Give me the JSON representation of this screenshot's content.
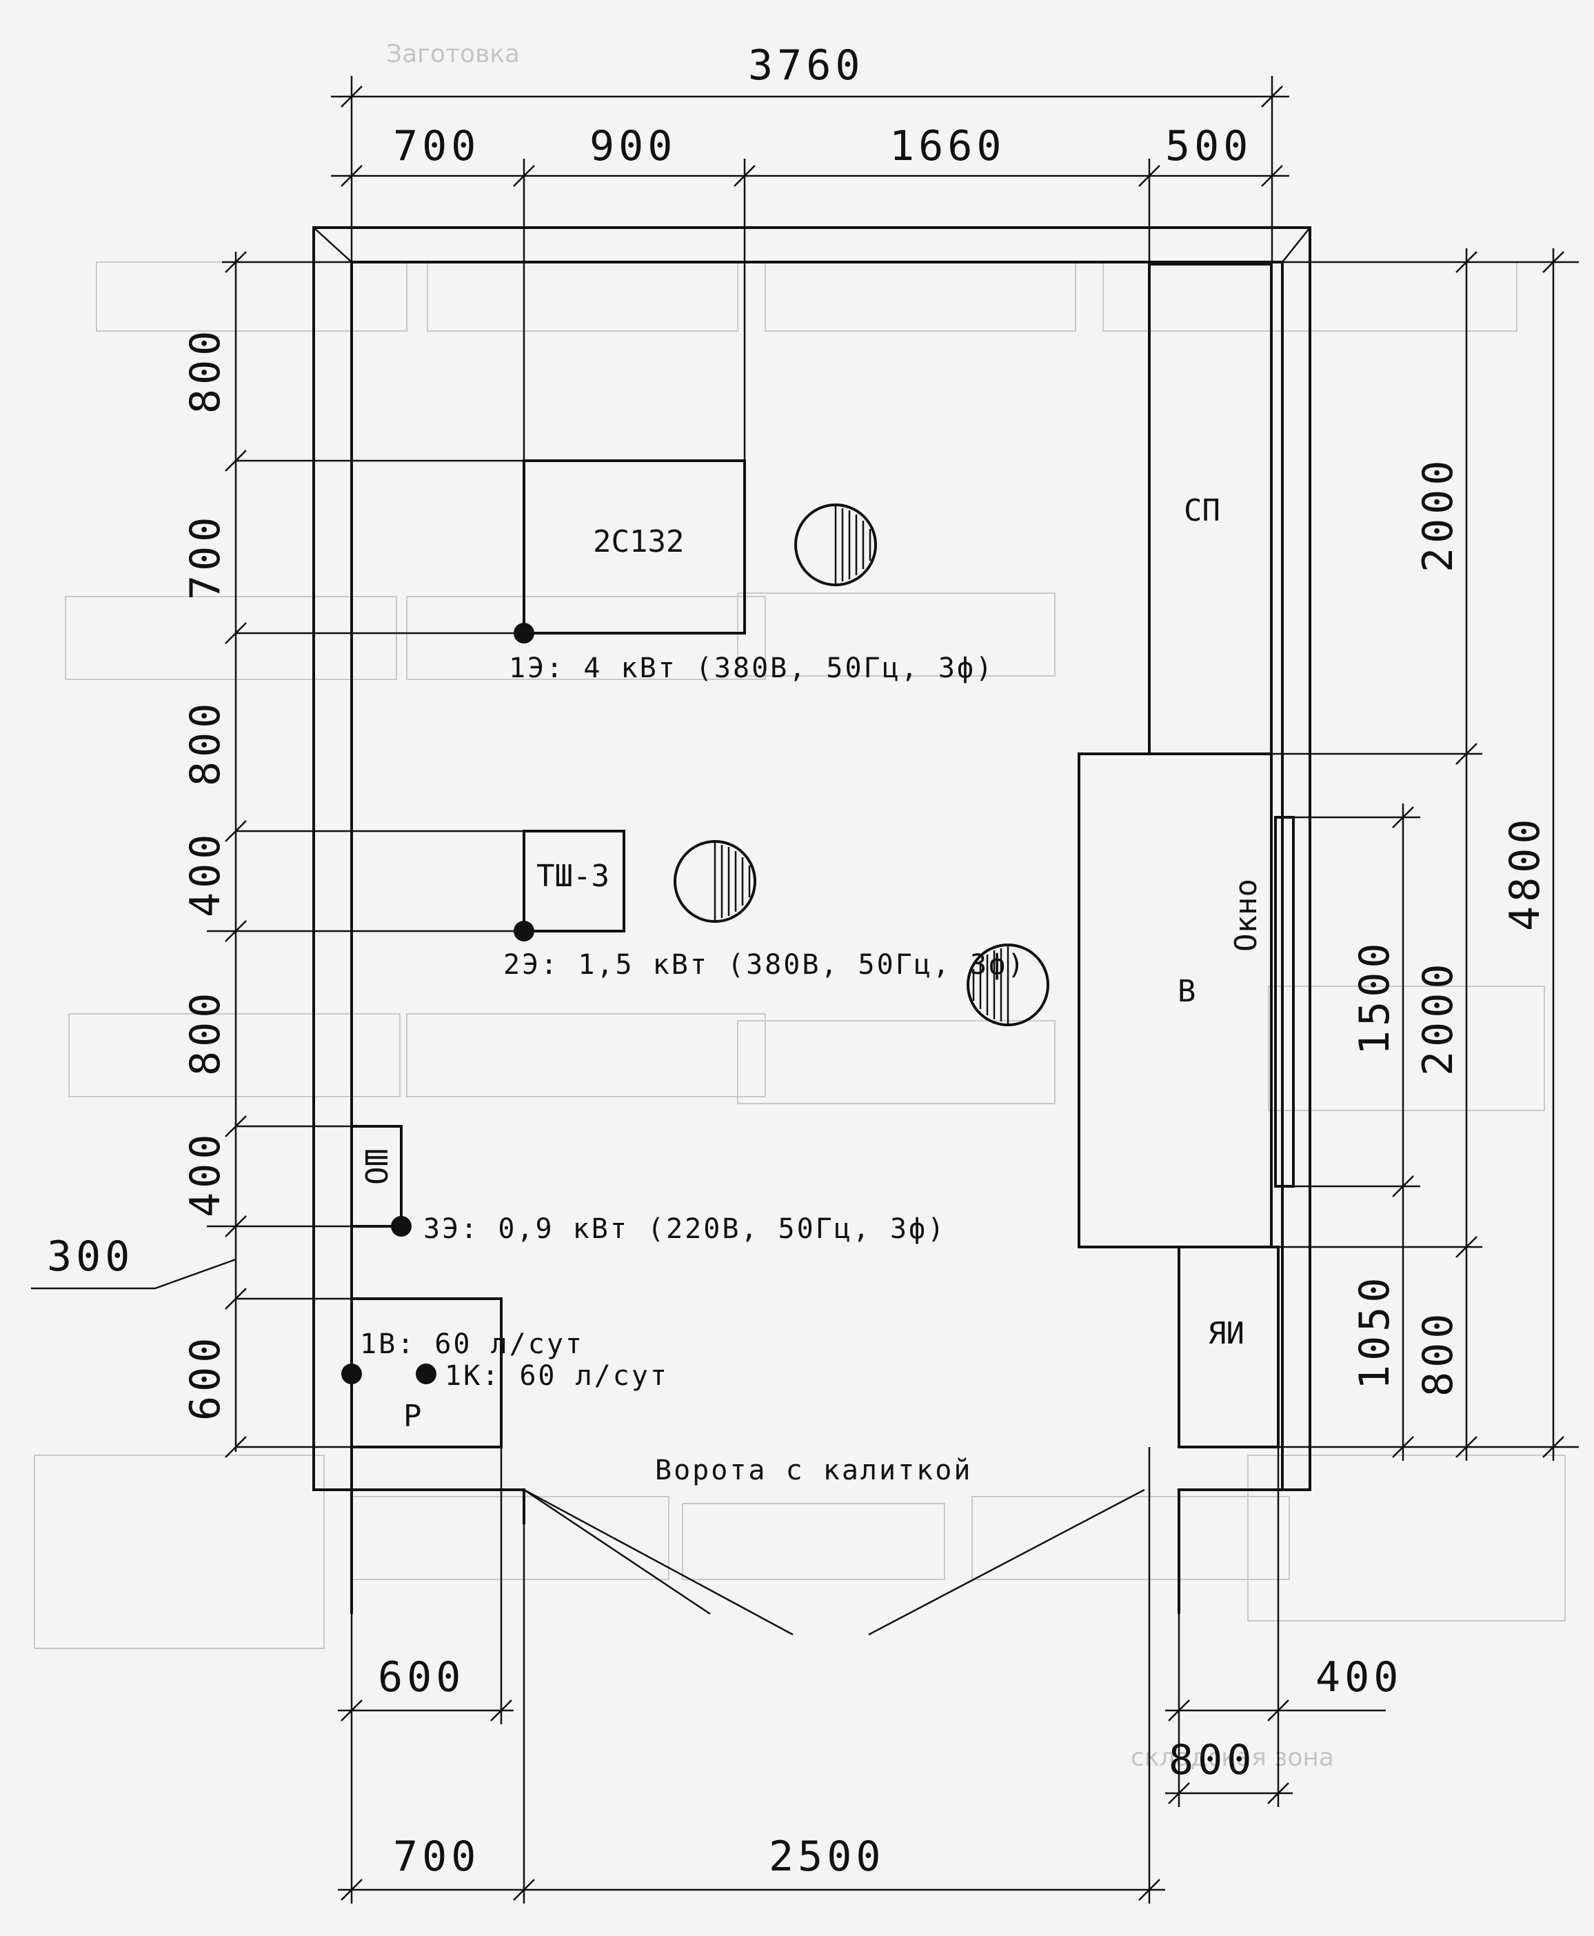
{
  "dimensions": {
    "top_total": "3760",
    "top_1": "700",
    "top_2": "900",
    "top_3": "1660",
    "top_4": "500",
    "left_1": "800",
    "left_2": "700",
    "left_3": "800",
    "left_4": "400",
    "left_5": "800",
    "left_6": "400",
    "left_7": "600",
    "left_300": "300",
    "right_2000a": "2000",
    "right_4800": "4800",
    "right_1500": "1500",
    "right_2000b": "2000",
    "right_1050": "1050",
    "right_800": "800",
    "bottom_600": "600",
    "bottom_400": "400",
    "bottom_800": "800",
    "bottom_700": "700",
    "bottom_2500": "2500"
  },
  "equipment": {
    "machine_2c132": "2С132",
    "tsh3": "ТШ-3",
    "sho": "ШО",
    "r": "Р",
    "sp": "СП",
    "v": "В",
    "yai": "ЯИ",
    "window": "Окно"
  },
  "connections": {
    "e1": "1Э: 4 кВт (380В, 50Гц, 3ф)",
    "e2": "2Э: 1,5 кВт (380В, 50Гц, 3ф)",
    "e3": "3Э: 0,9 кВт (220В, 50Гц, 3ф)",
    "w1": "1В: 60 л/сут",
    "k1": "1К: 60 л/сут"
  },
  "gate_label": "Ворота с калиткой"
}
